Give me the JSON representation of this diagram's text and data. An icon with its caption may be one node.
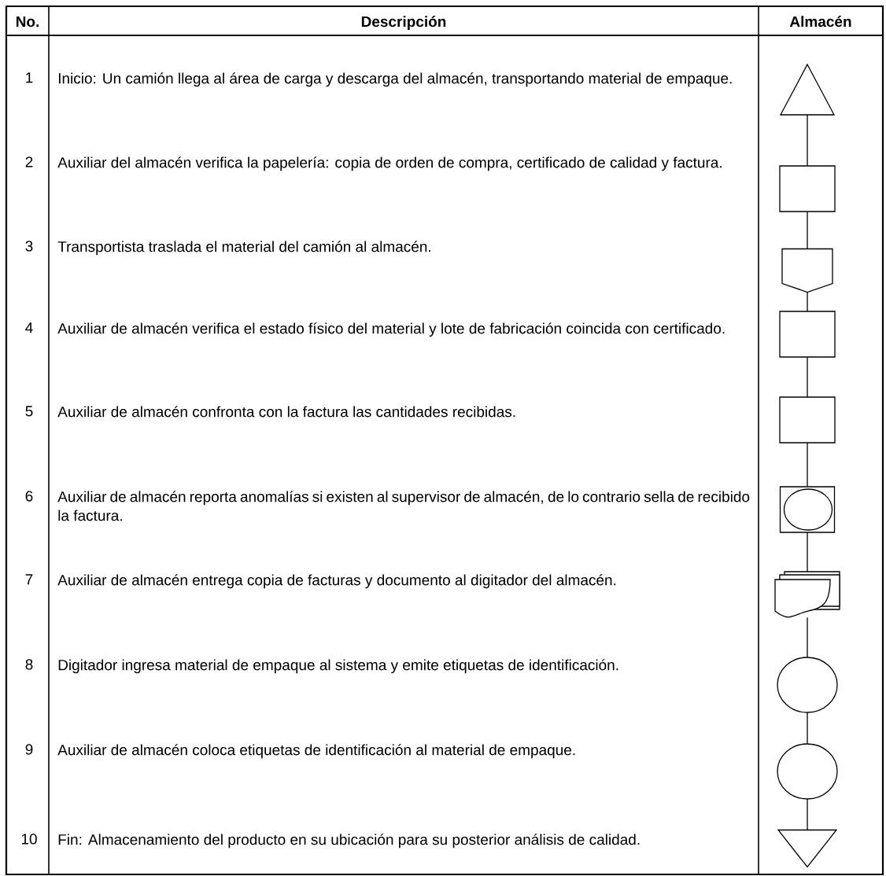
{
  "diagram": {
    "nodes": [
      {
        "text": [],
        "shape": "triangle"
      },
      {
        "text": [],
        "shape": "box"
      },
      {
        "text": [],
        "shape": "pentagon"
      },
      {
        "text": [],
        "shape": "box"
      },
      {
        "text": [],
        "shape": "box"
      },
      {
        "text": [],
        "shape": "circle-in-box"
      },
      {
        "text": [],
        "shape": "document"
      },
      {
        "text": [],
        "shape": "circle"
      },
      {
        "text": [],
        "shape": "circle"
      },
      {
        "text": [],
        "shape": "inverted-triangle"
      }
    ],
    "edges": [
      {
        "from": 0,
        "to": 1,
        "arrow": "none"
      },
      {
        "from": 1,
        "to": 2,
        "arrow": "none"
      },
      {
        "from": 2,
        "to": 3,
        "arrow": "none"
      },
      {
        "from": 3,
        "to": 4,
        "arrow": "none"
      },
      {
        "from": 4,
        "to": 5,
        "arrow": "none"
      },
      {
        "from": 5,
        "to": 6,
        "arrow": "none"
      },
      {
        "from": 6,
        "to": 7,
        "arrow": "none"
      },
      {
        "from": 7,
        "to": 8,
        "arrow": "none"
      },
      {
        "from": 8,
        "to": 9,
        "arrow": "none"
      }
    ],
    "labels": [
      "No.",
      "Descripción",
      "Almacén",
      "1",
      "Inicio: Un camión llega al área de carga y descarga del almacén, transportando material de empaque.",
      "2",
      "Auxiliar del almacén verifica la papelería: copia de orden de compra, certificado de calidad y factura.",
      "3",
      "Transportista traslada el material del camión al almacén.",
      "4",
      "Auxiliar de almacén verifica el estado físico del material y lote de fabricación coincida con certificado.",
      "5",
      "Auxiliar de almacén confronta con la factura las cantidades recibidas.",
      "6",
      "Auxiliar de almacén reporta anomalías si existen al supervisor de almacén, de lo contrario sella de recibido la factura.",
      "7",
      "Auxiliar de almacén entrega copia de facturas y documento al digitador del almacén.",
      "8",
      "Digitador ingresa material de empaque al sistema y emite etiquetas de identificación.",
      "9",
      "Auxiliar de almacén coloca etiquetas de identificación al material de empaque.",
      "10",
      "Fin: Almacenamiento del producto en su ubicación para su posterior análisis de calidad."
    ]
  }
}
